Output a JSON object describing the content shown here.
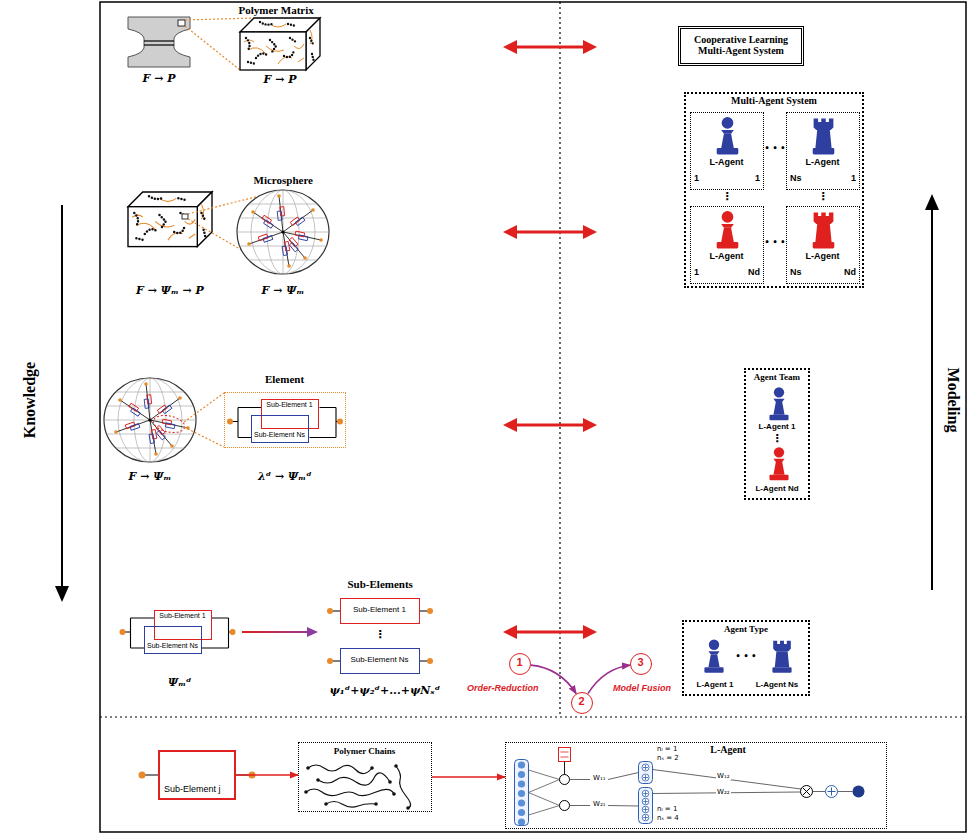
{
  "diagram": {
    "nodes": [
      {
        "text": [
          "Cooperative Learning Multi-Agent System"
        ]
      },
      {
        "text": [
          "Multi-Agent System",
          "• • •",
          "⋮",
          "⋮",
          "• • •"
        ]
      },
      {
        "text": [
          "L-Agent",
          "1",
          "1"
        ],
        "in": 1
      },
      {
        "text": [
          "L-Agent",
          "Ns",
          "1"
        ],
        "in": 1
      },
      {
        "text": [
          "L-Agent",
          "1",
          "Nd"
        ],
        "in": 1
      },
      {
        "text": [
          "L-Agent",
          "Ns",
          "Nd"
        ],
        "in": 1
      },
      {
        "text": [
          "Element"
        ]
      },
      {
        "text": [
          "Sub-Element 1"
        ],
        "in": 6
      },
      {
        "text": [
          "Sub-Element Ns"
        ],
        "in": 6
      },
      {
        "text": [
          "Agent Team",
          "L-Agent 1",
          "⋮",
          "L-Agent Nd"
        ]
      },
      {
        "text": [
          "Sub-Element 1"
        ]
      },
      {
        "text": [
          "Sub-Element Ns"
        ]
      },
      {
        "text": [
          "Sub-Element 1"
        ]
      },
      {
        "text": [
          "Sub-Element Ns"
        ]
      },
      {
        "text": [
          "Agent Type",
          "L-Agent 1",
          "• • •",
          "L-Agent Ns"
        ]
      },
      {
        "text": [
          "1"
        ]
      },
      {
        "text": [
          "2"
        ]
      },
      {
        "text": [
          "3"
        ]
      },
      {
        "text": [
          "Sub-Element j"
        ]
      },
      {
        "text": [
          "Polymer Chains"
        ]
      },
      {
        "text": [
          "L-Agent",
          "nₗ = 1",
          "nₛ = 2",
          "nₗ = 1",
          "nₛ = 4",
          "W₁₁",
          "W₂₁",
          "W₁₂",
          "W₂₂"
        ]
      }
    ],
    "edges": [
      {
        "from": 15,
        "to": 16,
        "label": "Order-Reduction",
        "arrow": "to"
      },
      {
        "from": 16,
        "to": 17,
        "label": "Model Fusion",
        "arrow": "to"
      },
      {
        "from": 18,
        "to": 19,
        "arrow": "to"
      },
      {
        "from": 19,
        "to": 20,
        "arrow": "to"
      }
    ],
    "labels": [
      "Polymer Matrix",
      "F → P",
      "F → P",
      "Microsphere",
      "F → Ψₘ → P",
      "F → Ψₘ",
      "F → Ψₘ",
      "λᵈ → Ψₘᵈ",
      "Sub-Elements",
      "Ψₘᵈ",
      "⋮",
      "ψ₁ᵈ+ψ₂ᵈ+...+ψNₛᵈ",
      "Knowledge",
      "Modeling"
    ]
  }
}
